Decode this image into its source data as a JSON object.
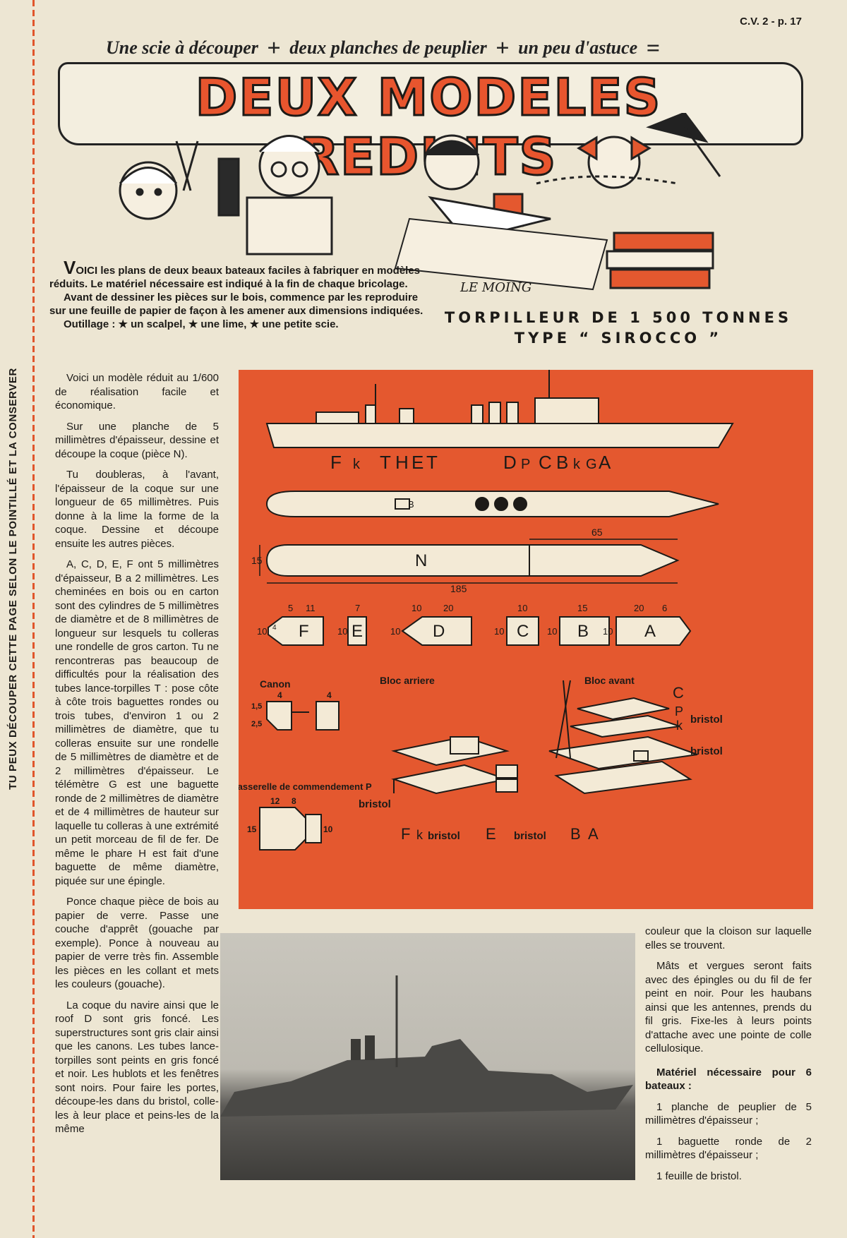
{
  "page_ref": "C.V. 2 - p. 17",
  "side_notice": "TU PEUX DÉCOUPER CETTE PAGE SELON LE POINTILLÉ ET LA CONSERVER",
  "tagline": {
    "part1": "Une scie à découper",
    "part2": "deux planches de peuplier",
    "part3": "un peu d'astuce",
    "plus": "+",
    "equals": "="
  },
  "title": "DEUX MODELES REDUITS",
  "signature": "LE MOING",
  "intro": {
    "p1": "VOICI les plans de deux beaux bateaux faciles à fabriquer en modèles réduits. Le matériel nécessaire est indiqué à la fin de chaque bricolage.",
    "p2": "Avant de dessiner les pièces sur le bois, commence par les reproduire sur une feuille de papier de façon à les amener aux dimensions indiquées.",
    "p3": "Outillage : ★ un scalpel, ★ une lime, ★ une petite scie."
  },
  "subtitle": {
    "line1": "TORPILLEUR DE 1 500 TONNES",
    "line2": "TYPE “ SIROCCO ”"
  },
  "left_column": [
    "Voici un modèle réduit au 1/600 de réalisation facile et économique.",
    "Sur une planche de 5 millimètres d'épaisseur, dessine et découpe la coque (pièce N).",
    "Tu doubleras, à l'avant, l'épaisseur de la coque sur une longueur de 65 millimètres. Puis donne à la lime la forme de la coque. Dessine et découpe ensuite les autres pièces.",
    "A, C, D, E, F ont 5 millimètres d'épaisseur, B a 2 millimètres. Les cheminées en bois ou en carton sont des cylindres de 5 millimètres de diamètre et de 8 millimètres de longueur sur lesquels tu colleras une rondelle de gros carton. Tu ne rencontreras pas beaucoup de difficultés pour la réalisation des tubes lance-torpilles T : pose côte à côte trois baguettes rondes ou trois tubes, d'environ 1 ou 2 millimètres de diamètre, que tu colleras ensuite sur une rondelle de 5 millimètres de diamètre et de 2 millimètres d'épaisseur. Le télémètre G est une baguette ronde de 2 millimètres de diamètre et de 4 millimètres de hauteur sur laquelle tu colleras à une extrémité un petit morceau de fil de fer. De même le phare H est fait d'une baguette de même diamètre, piquée sur une épingle.",
    "Ponce chaque pièce de bois au papier de verre. Passe une couche d'apprêt (gouache par exemple). Ponce à nouveau au papier de verre très fin. Assemble les pièces en les collant et mets les couleurs (gouache).",
    "La coque du navire ainsi que le roof D sont gris foncé. Les superstructures sont gris clair ainsi que les canons. Les tubes lance-torpilles sont peints en gris foncé et noir. Les hublots et les fenêtres sont noirs. Pour faire les portes, découpe-les dans du bristol, colle-les à leur place et peins-les de la même"
  ],
  "right_column": [
    "couleur que la cloison sur laquelle elles se trouvent.",
    "Mâts et vergues seront faits avec des épingles ou du fil de fer peint en noir. Pour les haubans ainsi que les antennes, prends du fil gris. Fixe-les à leurs points d'attache avec une pointe de colle cellulosique."
  ],
  "materials": {
    "heading": "Matériel nécessaire pour 6 bateaux :",
    "items": [
      "1 planche de peuplier de 5 millimètres d'épaisseur ;",
      "1 baguette ronde de 2 millimètres d'épaisseur ;",
      "1 feuille de bristol."
    ]
  },
  "diagram": {
    "profile_labels": [
      "F",
      "k",
      "T",
      "H",
      "E",
      "T",
      "D",
      "P",
      "C",
      "B",
      "k",
      "G",
      "A"
    ],
    "hull_letter": "N",
    "hull_B_letter": "B",
    "dim_65": "65",
    "dim_185": "185",
    "dim_15": "15",
    "pieces": [
      {
        "letter": "F",
        "top": [
          "5",
          "11"
        ],
        "side": "10",
        "side2": "4"
      },
      {
        "letter": "E",
        "top": [
          "7"
        ],
        "side": "10"
      },
      {
        "letter": "D",
        "top": [
          "10",
          "20"
        ],
        "side": "10"
      },
      {
        "letter": "C",
        "top": [
          "10"
        ],
        "side": "10"
      },
      {
        "letter": "B",
        "top": [
          "15"
        ],
        "side": "10"
      },
      {
        "letter": "A",
        "top": [
          "20",
          "6"
        ],
        "side": "10"
      }
    ],
    "canon_label": "Canon",
    "canon_dims": [
      "4",
      "4",
      "1,5",
      "2,5"
    ],
    "bloc_arriere": "Bloc arriere",
    "bloc_avant": "Bloc avant",
    "passerelle": "Passerelle de commendement P",
    "passerelle_dims": [
      "12",
      "8",
      "15",
      "10"
    ],
    "assembly_labels": {
      "c": "C",
      "p": "P",
      "k": "k",
      "bristol": "bristol",
      "f": "F",
      "kk": "k",
      "e": "E",
      "b": "B",
      "a": "A"
    }
  },
  "colors": {
    "accent": "#e4582f",
    "paper": "#ede6d3",
    "ink": "#1c1a17"
  }
}
